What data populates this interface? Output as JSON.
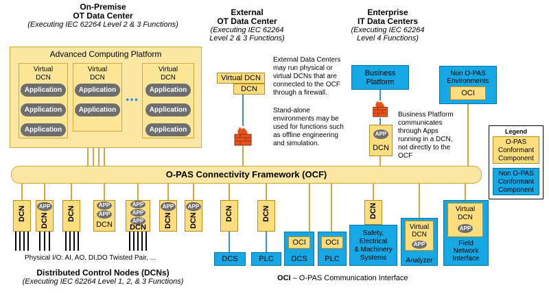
{
  "onprem": {
    "title1": "On-Premise",
    "title2": "OT Data Center",
    "sub1": "(Executing IEC 62264 Level 2 & 3 Functions)"
  },
  "external": {
    "title1": "External",
    "title2": "OT Data Center",
    "sub1": "(Executing IEC 62264",
    "sub2": "Level 2 & 3 Functions)"
  },
  "enterprise": {
    "title1": "Enterprise",
    "title2": "IT Data Centers",
    "sub1": "(Executing IEC 62264",
    "sub2": "Level 4 Functions)"
  },
  "acp": {
    "title": "Advanced Computing Platform",
    "virtual": "Virtual",
    "dcn": "DCN",
    "application": "Application",
    "ellipsis": "●●●"
  },
  "ext_notes": {
    "p1": [
      "External Data Centers",
      "may run physical or",
      "virtual DCNs that are",
      "connected to the OCF",
      "through a firewall."
    ],
    "p2": [
      "Stand-alone",
      "environments may be",
      "used for functions such",
      "as offline engineering",
      "and simulation."
    ]
  },
  "ext_vdcn": "Virtual DCN",
  "ext_dcn": "DCN",
  "business": {
    "l1": "Business",
    "l2": "Platform"
  },
  "nonopas": {
    "l1": "Non O-PAS",
    "l2": "Environments",
    "oci": "OCI"
  },
  "bp_note": [
    "Business Platform",
    "communicates",
    "through Apps",
    "running in a DCN,",
    "not directly to the",
    "OCF"
  ],
  "ocf": "O-PAS Connectivity Framework (OCF)",
  "legend": {
    "title": "Legend",
    "yellow": [
      "O-PAS",
      "Conformant",
      "Component"
    ],
    "blue": [
      "Non O-PAS",
      "Conformant",
      "Component"
    ]
  },
  "dcn_label": "DCN",
  "app_label": "APP",
  "bottom": {
    "dcs": "DCS",
    "plc": "PLC",
    "oci": "OCI",
    "safety": [
      "Safety,",
      "Electrical",
      "& Machinery",
      "Systems"
    ],
    "analyzer": {
      "virtual": "Virtual",
      "dcn": "DCN",
      "label": "Analyzer"
    },
    "fni": {
      "virtual": "Virtual",
      "dcn": "DCN",
      "label": [
        "Field",
        "Network",
        "Interface"
      ]
    }
  },
  "physio": "Physical I/O: AI, AO, DI,DO Twisted Pair, ...",
  "dcn_title": "Distributed Control Nodes (DCNs)",
  "dcn_sub": "(Executing IEC 62264 Level 1, 2, & 3 Functions)",
  "oci_note": {
    "bold": "OCI",
    "rest": " – O-PAS Communication Interface"
  },
  "colors": {
    "yellow": "#fbe596",
    "blue": "#16a8e4",
    "app": "#6e6e6e",
    "firewall": "#e8531c"
  }
}
